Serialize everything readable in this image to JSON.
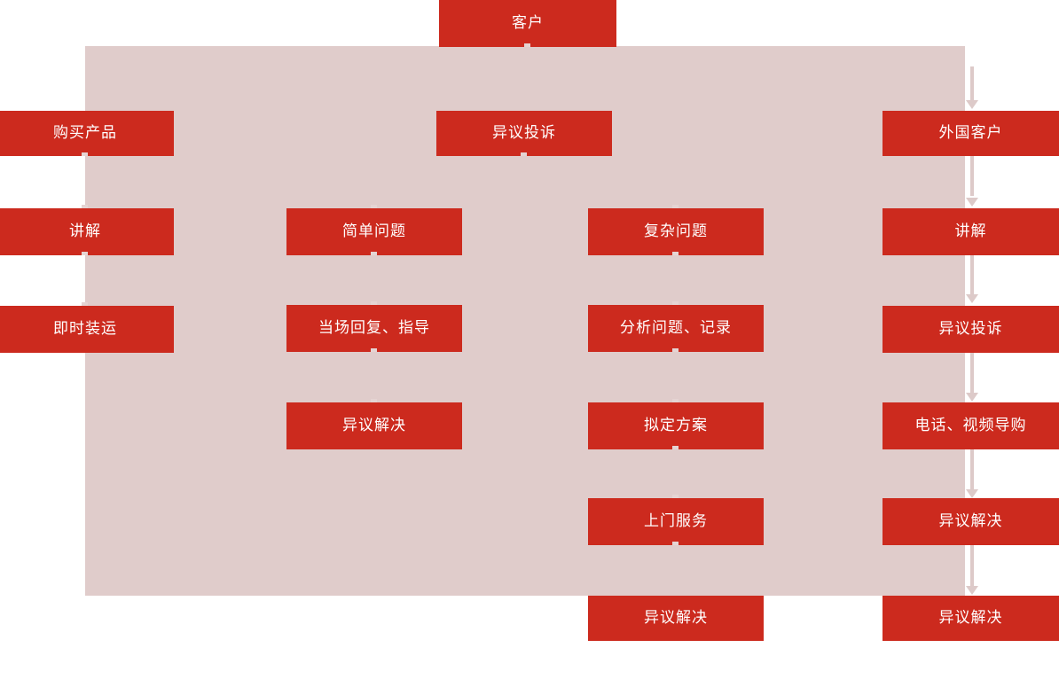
{
  "diagram": {
    "title_box": {
      "label": "客户",
      "name": "customer-box"
    },
    "colors": {
      "box_fill": "#cc2a1e",
      "box_text": "#ffffff",
      "panel_fill": "#e0cccb",
      "connector": "#ddcac9",
      "page_background": "#ffffff"
    },
    "panel": {
      "name": "background-panel"
    },
    "columns": [
      {
        "id": "column-1",
        "name": "domestic-purchase-column",
        "boxes": [
          {
            "label": "购买产品",
            "name": "box-purchase-product"
          },
          {
            "label": "讲解",
            "name": "box-explain-1"
          },
          {
            "label": "即时装运",
            "name": "box-immediate-shipment"
          }
        ]
      },
      {
        "id": "column-2",
        "name": "simple-issue-column",
        "boxes": [
          {
            "label": "简单问题",
            "name": "box-simple-issue"
          },
          {
            "label": "当场回复、指导",
            "name": "box-onsite-reply-guidance"
          },
          {
            "label": "异议解决",
            "name": "box-objection-resolved-simple"
          }
        ]
      },
      {
        "id": "column-3",
        "name": "complex-issue-column",
        "boxes": [
          {
            "label": "复杂问题",
            "name": "box-complex-issue"
          },
          {
            "label": "分析问题、记录",
            "name": "box-analyze-record"
          },
          {
            "label": "拟定方案",
            "name": "box-draft-plan"
          },
          {
            "label": "上门服务",
            "name": "box-onsite-service"
          },
          {
            "label": "异议解决",
            "name": "box-objection-resolved-complex"
          }
        ]
      },
      {
        "id": "column-4",
        "name": "foreign-customer-column",
        "boxes": [
          {
            "label": "外国客户",
            "name": "box-foreign-customer"
          },
          {
            "label": "讲解",
            "name": "box-explain-2"
          },
          {
            "label": "异议投诉",
            "name": "box-objection-complaint-foreign"
          },
          {
            "label": "电话、视频导购",
            "name": "box-phone-video-shopping-guide"
          },
          {
            "label": "异议解决",
            "name": "box-objection-resolved-foreign-1"
          },
          {
            "label": "异议解决",
            "name": "box-objection-resolved-foreign-2"
          }
        ]
      }
    ],
    "center_box": {
      "label": "异议投诉",
      "name": "box-objection-complaint-center"
    }
  }
}
